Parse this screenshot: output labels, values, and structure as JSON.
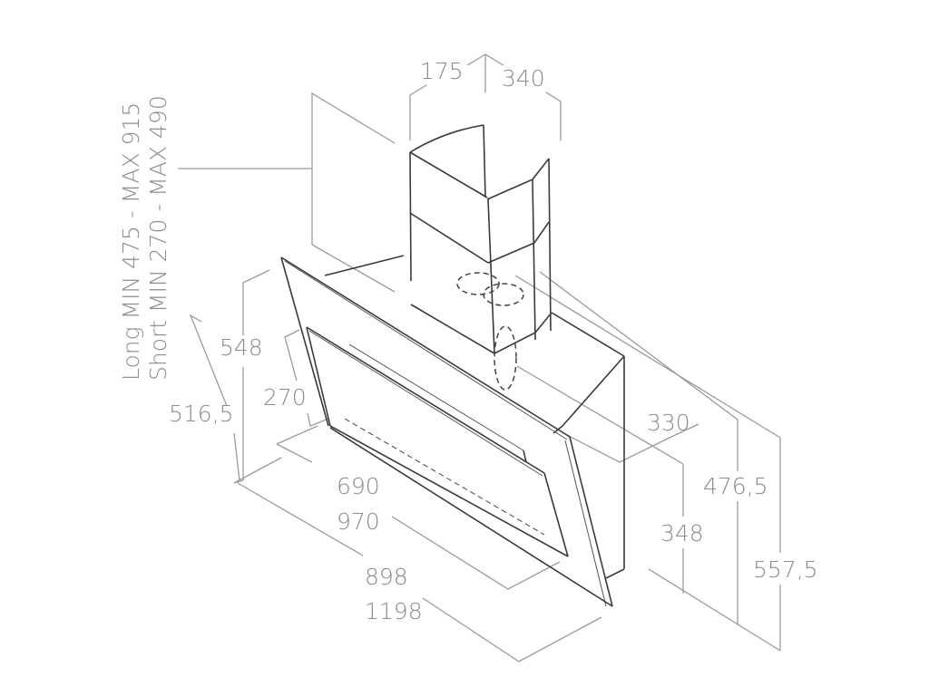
{
  "drawing": {
    "subject": "wall-mounted inclined cooker hood dimension drawing",
    "units": "mm",
    "colors": {
      "background": "#ffffff",
      "dimension_lines": "#9a9a9a",
      "object_lines": "#3a3a3a",
      "labels": "#8c8c8c"
    },
    "chimney_heights": {
      "long": "Long MIN 475 - MAX 915",
      "short": "Short MIN 270 - MAX 490"
    },
    "dimensions": {
      "chimney_depth": "175",
      "chimney_width": "340",
      "panel_height": "548",
      "lower_height": "270",
      "side_height": "516,5",
      "inner_width": "690",
      "glass_width": "970",
      "body_width": "898",
      "total_width": "1198",
      "box_depth": "330",
      "box_height": "348",
      "mid_depth": "476,5",
      "total_depth": "557,5"
    }
  }
}
